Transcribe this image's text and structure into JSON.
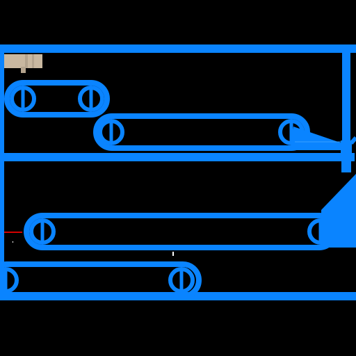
{
  "scene": {
    "background": "#000000",
    "structure_color": "#0a84ff",
    "crate_color": "#c9b8a0",
    "crate_post_color": "#b4a48e",
    "marker_colors": {
      "red": "#d40000",
      "white": "#ffffff",
      "light_blue": "#39a0ff"
    }
  },
  "objects": {
    "crate": {
      "kind": "box"
    },
    "conveyor_belts": [
      {
        "id": "belt-1",
        "rollers": 2
      },
      {
        "id": "belt-2",
        "rollers": 2
      },
      {
        "id": "belt-3",
        "rollers": 2
      },
      {
        "id": "belt-4",
        "rollers": 2
      }
    ],
    "ramps": [
      {
        "id": "upper-ramp"
      },
      {
        "id": "lower-ramp"
      }
    ],
    "lever": {
      "id": "right-lever"
    }
  }
}
